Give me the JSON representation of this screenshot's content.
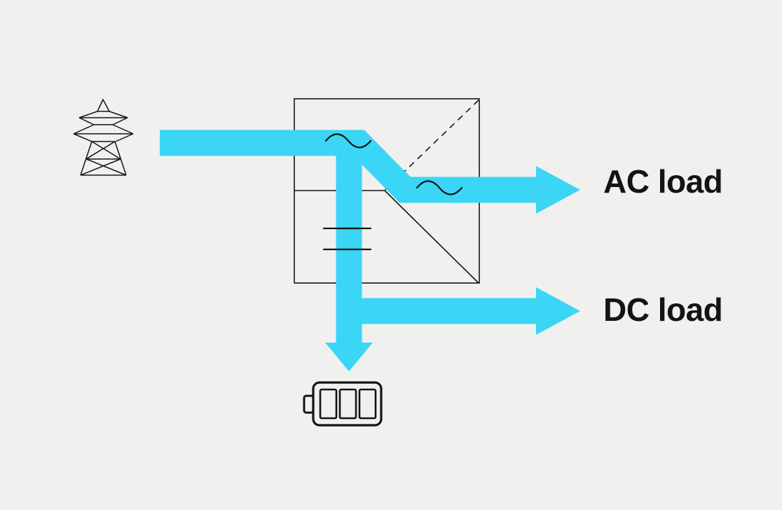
{
  "diagram": {
    "type": "power-flow",
    "labels": {
      "ac_load": "AC load",
      "dc_load": "DC load"
    },
    "nodes": [
      {
        "id": "utility-grid",
        "icon": "transmission-tower-icon"
      },
      {
        "id": "converter-box",
        "icon": "converter-box",
        "symbols": [
          "sine-wave-icon",
          "sine-wave-icon",
          "dc-bars-icon"
        ],
        "bypass_line": "dashed-diagonal"
      },
      {
        "id": "battery",
        "icon": "battery-icon"
      },
      {
        "id": "ac-load",
        "label": "AC load"
      },
      {
        "id": "dc-load",
        "label": "DC load"
      }
    ],
    "flows": [
      {
        "from": "utility-grid",
        "to": "ac-load",
        "via": "converter-box"
      },
      {
        "from": "converter-box",
        "to": "dc-load"
      },
      {
        "from": "converter-box",
        "to": "battery"
      }
    ]
  },
  "colors": {
    "accent": "#3bd5f6",
    "background": "#f0f0ee",
    "ink": "#141414"
  }
}
